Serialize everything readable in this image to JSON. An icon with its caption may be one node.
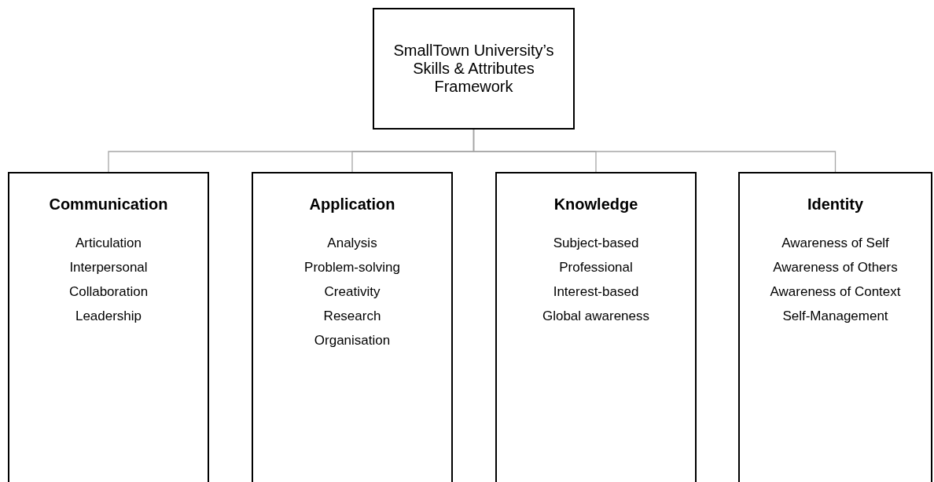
{
  "diagram": {
    "nodes": [
      {
        "text": [
          "SmallTown University’s Skills & Attributes Framework"
        ]
      },
      {
        "text": [
          "Communication",
          "Articulation",
          "Interpersonal",
          "Collaboration",
          "Leadership"
        ]
      },
      {
        "text": [
          "Application",
          "Analysis",
          "Problem-solving",
          "Creativity",
          "Research",
          "Organisation"
        ]
      },
      {
        "text": [
          "Knowledge",
          "Subject-based",
          "Professional",
          "Interest-based",
          "Global awareness"
        ]
      },
      {
        "text": [
          "Identity",
          "Awareness of Self",
          "Awareness of Others",
          "Awareness of Context",
          "Self-Management"
        ]
      }
    ],
    "edges": [
      {
        "from": 0,
        "to": 1,
        "arrow": "none"
      },
      {
        "from": 0,
        "to": 2,
        "arrow": "none"
      },
      {
        "from": 0,
        "to": 3,
        "arrow": "none"
      },
      {
        "from": 0,
        "to": 4,
        "arrow": "none"
      }
    ]
  }
}
